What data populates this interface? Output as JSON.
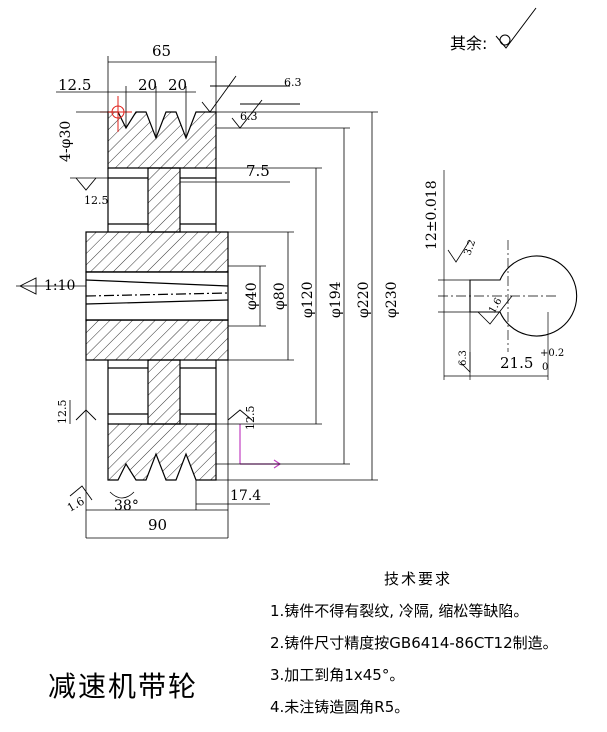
{
  "title": "减速机带轮",
  "rest_note": "其余:",
  "tech_requirements": {
    "heading": "技术要求",
    "items": [
      "1.铸件不得有裂纹, 冷隔, 缩松等缺陷。",
      "2.铸件尺寸精度按GB6414-86CT12制造。",
      "3.加工到角1x45°。",
      "4.未注铸造圆角R5。"
    ]
  },
  "dimensions": {
    "overall_width_top": "65",
    "edge_offset": "12.5",
    "groove_pitch_1": "20",
    "groove_pitch_2": "20",
    "holes": "4-φ30",
    "left_roughness": "12.5",
    "web_width": "7.5",
    "taper": "1:10",
    "d40": "φ40",
    "d80": "φ80",
    "d120": "φ120",
    "d194": "φ194",
    "d220": "φ220",
    "d230": "φ230",
    "lower_roughness": "12.5",
    "mid_roughness": "12.5",
    "groove_angle": "38°",
    "bottom_width": "17.4",
    "overall_width_bottom": "90",
    "top_roughness_1": "6.3",
    "top_roughness_2": "6.3",
    "groove_roughness": "1.6"
  },
  "keyway": {
    "width": "12±0.018",
    "depth": "21.5",
    "depth_tol_upper": "+0.2",
    "depth_tol_lower": "0",
    "roughness_1": "3.2",
    "roughness_2": "1.6",
    "roughness_3": "6.3"
  },
  "colors": {
    "line": "#000000",
    "accent_red": "#e0201a",
    "accent_magenta": "#c040c0"
  }
}
